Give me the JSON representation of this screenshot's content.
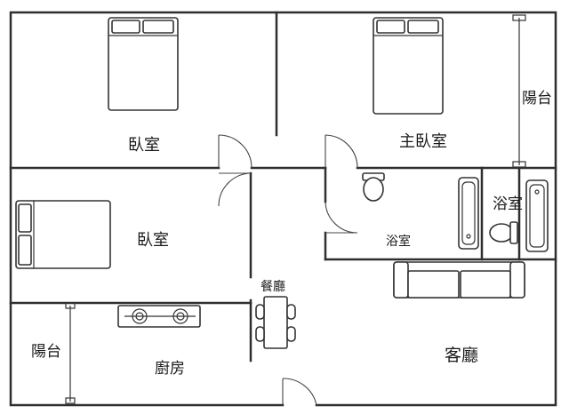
{
  "rooms": {
    "bedroom_top_left": "臥室",
    "master_bedroom": "主臥室",
    "bedroom_middle_left": "臥室",
    "balcony_right": "陽台",
    "bathroom_main": "浴室",
    "bathroom_master": "浴室",
    "dining": "餐廳",
    "living": "客廳",
    "kitchen": "廚房",
    "balcony_left": "陽台"
  }
}
